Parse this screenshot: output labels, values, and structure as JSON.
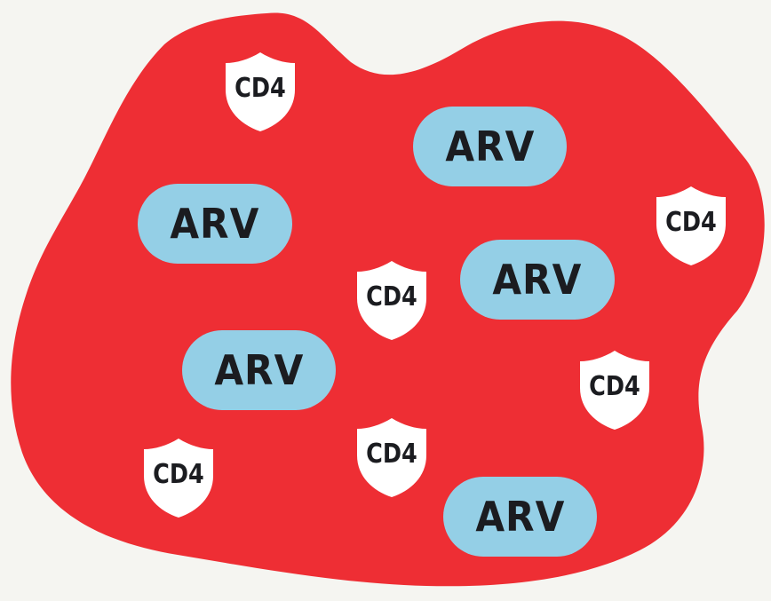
{
  "colors": {
    "background": "#f5f5f1",
    "blob": "#ee2e34",
    "arv_fill": "#94cfe6",
    "cd4_fill": "#ffffff",
    "text": "#1b1c20"
  },
  "arv_pills": [
    {
      "label": "ARV"
    },
    {
      "label": "ARV"
    },
    {
      "label": "ARV"
    },
    {
      "label": "ARV"
    },
    {
      "label": "ARV"
    }
  ],
  "cd4_shields": [
    {
      "label": "CD4",
      "icon": "shield-icon"
    },
    {
      "label": "CD4",
      "icon": "shield-icon"
    },
    {
      "label": "CD4",
      "icon": "shield-icon"
    },
    {
      "label": "CD4",
      "icon": "shield-icon"
    },
    {
      "label": "CD4",
      "icon": "shield-icon"
    },
    {
      "label": "CD4",
      "icon": "shield-icon"
    }
  ]
}
